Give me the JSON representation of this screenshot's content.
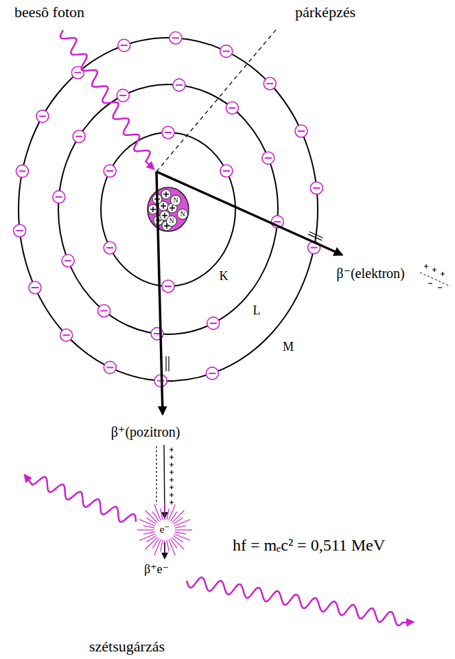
{
  "diagram": {
    "labels": [
      "beesô foton",
      "párképzés",
      "K",
      "L",
      "M",
      "N",
      "N",
      "N",
      "β⁻(elektron)",
      "β⁺(pozitron)",
      "e⁻",
      "hf = mₑc² = 0,511 MeV",
      "β⁺e⁻",
      "szétsugárzás"
    ]
  }
}
